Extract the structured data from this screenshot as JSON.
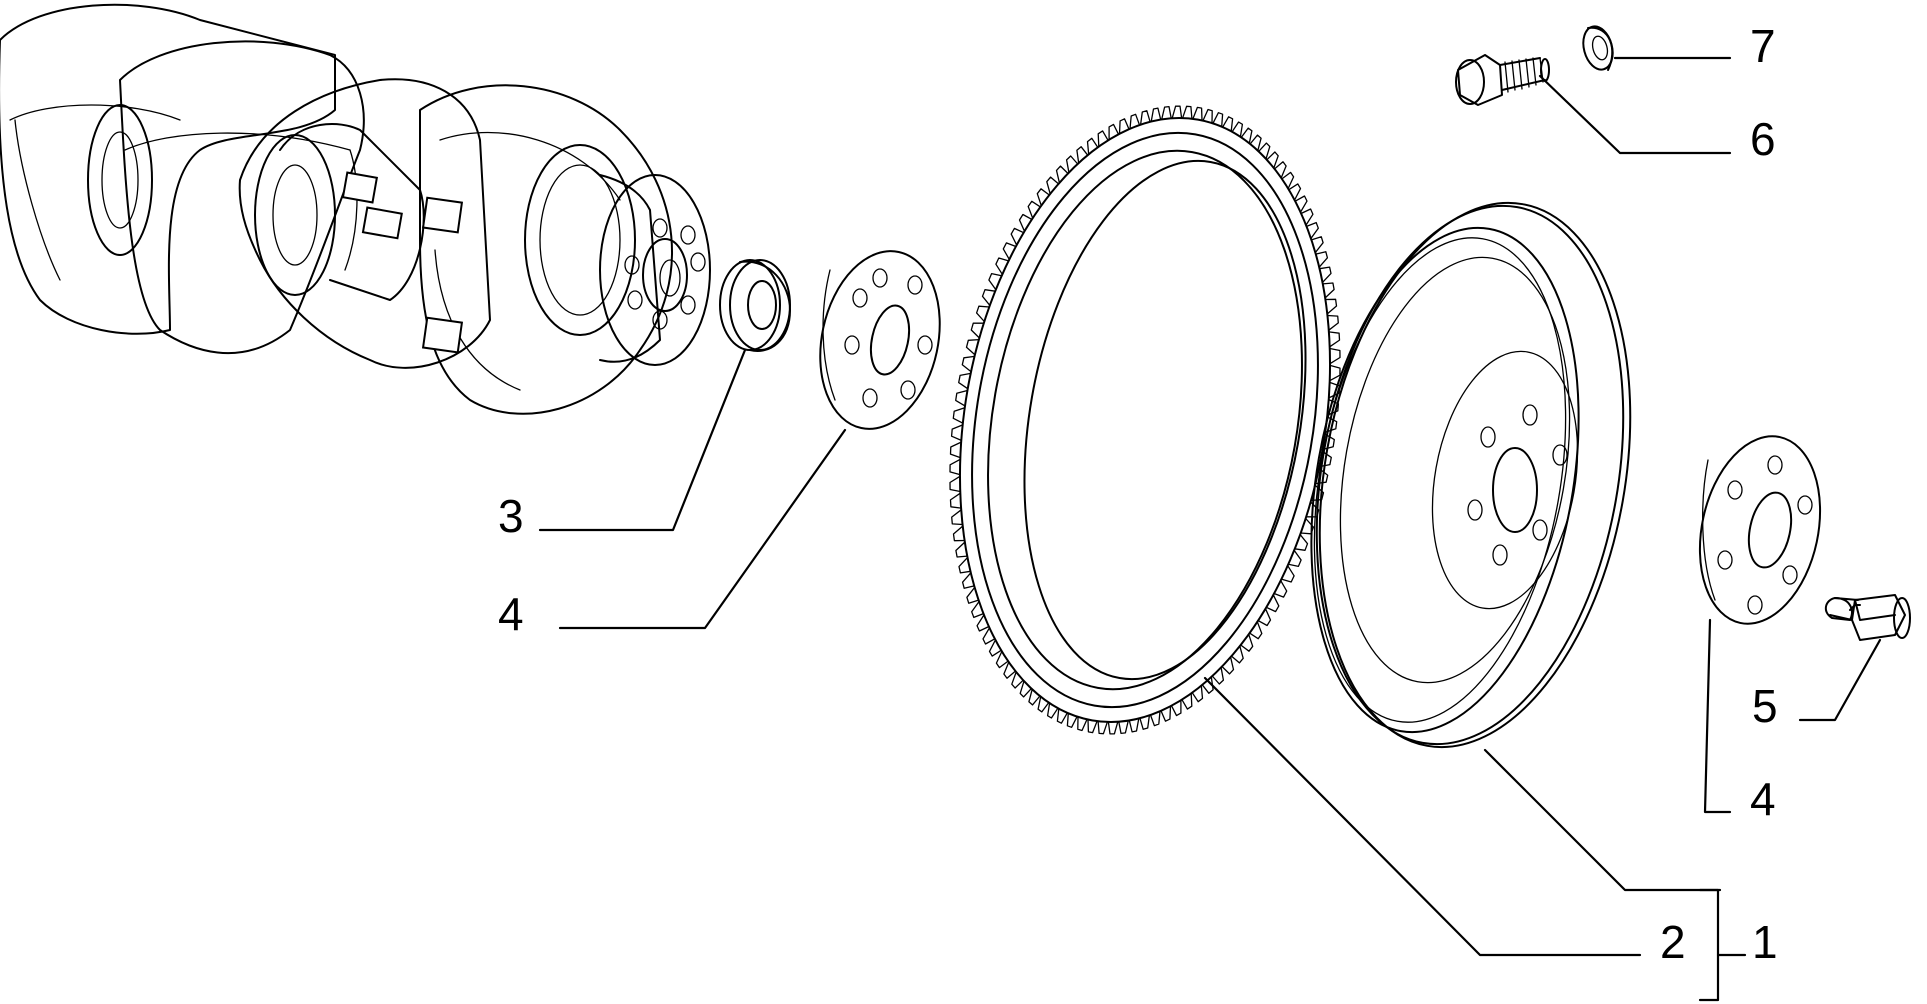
{
  "callouts": {
    "c1": "1",
    "c2": "2",
    "c3": "3",
    "c4a": "4",
    "c4b": "4",
    "c5": "5",
    "c6": "6",
    "c7": "7"
  },
  "colors": {
    "line": "#000000",
    "background": "#ffffff"
  }
}
